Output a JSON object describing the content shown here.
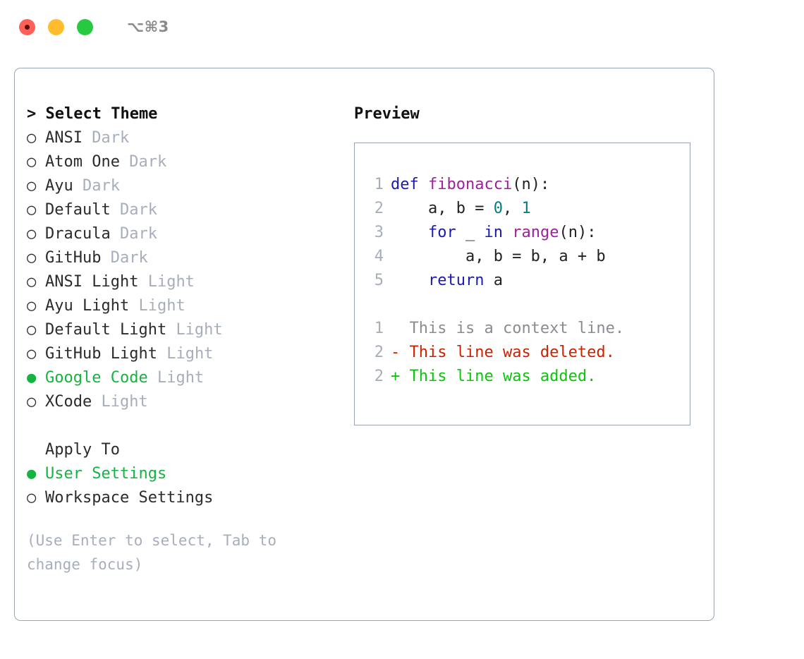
{
  "titlebar": {
    "shortcut": "⌥⌘3",
    "buttons": [
      {
        "name": "close",
        "color": "#FF6058"
      },
      {
        "name": "minimize",
        "color": "#FFBD2E"
      },
      {
        "name": "zoom",
        "color": "#27CA3F"
      }
    ]
  },
  "theme_section": {
    "heading": "> Select Theme",
    "items": [
      {
        "bullet": "○",
        "label": "ANSI",
        "tag": "Dark",
        "selected": false
      },
      {
        "bullet": "○",
        "label": "Atom One",
        "tag": "Dark",
        "selected": false
      },
      {
        "bullet": "○",
        "label": "Ayu",
        "tag": "Dark",
        "selected": false
      },
      {
        "bullet": "○",
        "label": "Default",
        "tag": "Dark",
        "selected": false
      },
      {
        "bullet": "○",
        "label": "Dracula",
        "tag": "Dark",
        "selected": false
      },
      {
        "bullet": "○",
        "label": "GitHub",
        "tag": "Dark",
        "selected": false
      },
      {
        "bullet": "○",
        "label": "ANSI Light",
        "tag": "Light",
        "selected": false
      },
      {
        "bullet": "○",
        "label": "Ayu Light",
        "tag": "Light",
        "selected": false
      },
      {
        "bullet": "○",
        "label": "Default Light",
        "tag": "Light",
        "selected": false
      },
      {
        "bullet": "○",
        "label": "GitHub Light",
        "tag": "Light",
        "selected": false
      },
      {
        "bullet": "●",
        "label": "Google Code",
        "tag": "Light",
        "selected": true
      },
      {
        "bullet": "○",
        "label": "XCode",
        "tag": "Light",
        "selected": false
      }
    ]
  },
  "apply_section": {
    "heading": "Apply To",
    "items": [
      {
        "bullet": "●",
        "label": "User Settings",
        "selected": true
      },
      {
        "bullet": "○",
        "label": "Workspace Settings",
        "selected": false
      }
    ]
  },
  "hint": "(Use Enter to select, Tab to change focus)",
  "preview": {
    "heading": "Preview",
    "code_lines": [
      {
        "no": "1",
        "tokens": [
          {
            "t": "def ",
            "c": "kw"
          },
          {
            "t": "fibonacci",
            "c": "fn"
          },
          {
            "t": "(n):",
            "c": "pl"
          }
        ]
      },
      {
        "no": "2",
        "tokens": [
          {
            "t": "    a, b = ",
            "c": "pl"
          },
          {
            "t": "0",
            "c": "num"
          },
          {
            "t": ", ",
            "c": "pl"
          },
          {
            "t": "1",
            "c": "num"
          }
        ]
      },
      {
        "no": "3",
        "tokens": [
          {
            "t": "    ",
            "c": "pl"
          },
          {
            "t": "for",
            "c": "kw"
          },
          {
            "t": " _ ",
            "c": "pl"
          },
          {
            "t": "in",
            "c": "kw"
          },
          {
            "t": " ",
            "c": "pl"
          },
          {
            "t": "range",
            "c": "fn"
          },
          {
            "t": "(n):",
            "c": "pl"
          }
        ]
      },
      {
        "no": "4",
        "tokens": [
          {
            "t": "        a, b = b, a + b",
            "c": "pl"
          }
        ]
      },
      {
        "no": "5",
        "tokens": [
          {
            "t": "    ",
            "c": "pl"
          },
          {
            "t": "return",
            "c": "kw"
          },
          {
            "t": " a",
            "c": "pl"
          }
        ]
      }
    ],
    "diff_lines": [
      {
        "no": "1",
        "marker": "  ",
        "text": "This is a context line.",
        "kind": "ctx"
      },
      {
        "no": "2",
        "marker": "- ",
        "text": "This line was deleted.",
        "kind": "del"
      },
      {
        "no": "2",
        "marker": "+ ",
        "text": "This line was added.",
        "kind": "add"
      }
    ]
  },
  "colors": {
    "accent_green": "#16b341",
    "muted": "#a6aebc",
    "border": "#9aa4b4",
    "keyword": "#1a1ab0",
    "function": "#a0209a",
    "number": "#00807d",
    "diff_add": "#0ac60a",
    "diff_del": "#cc2200",
    "diff_ctx": "#888d93"
  }
}
